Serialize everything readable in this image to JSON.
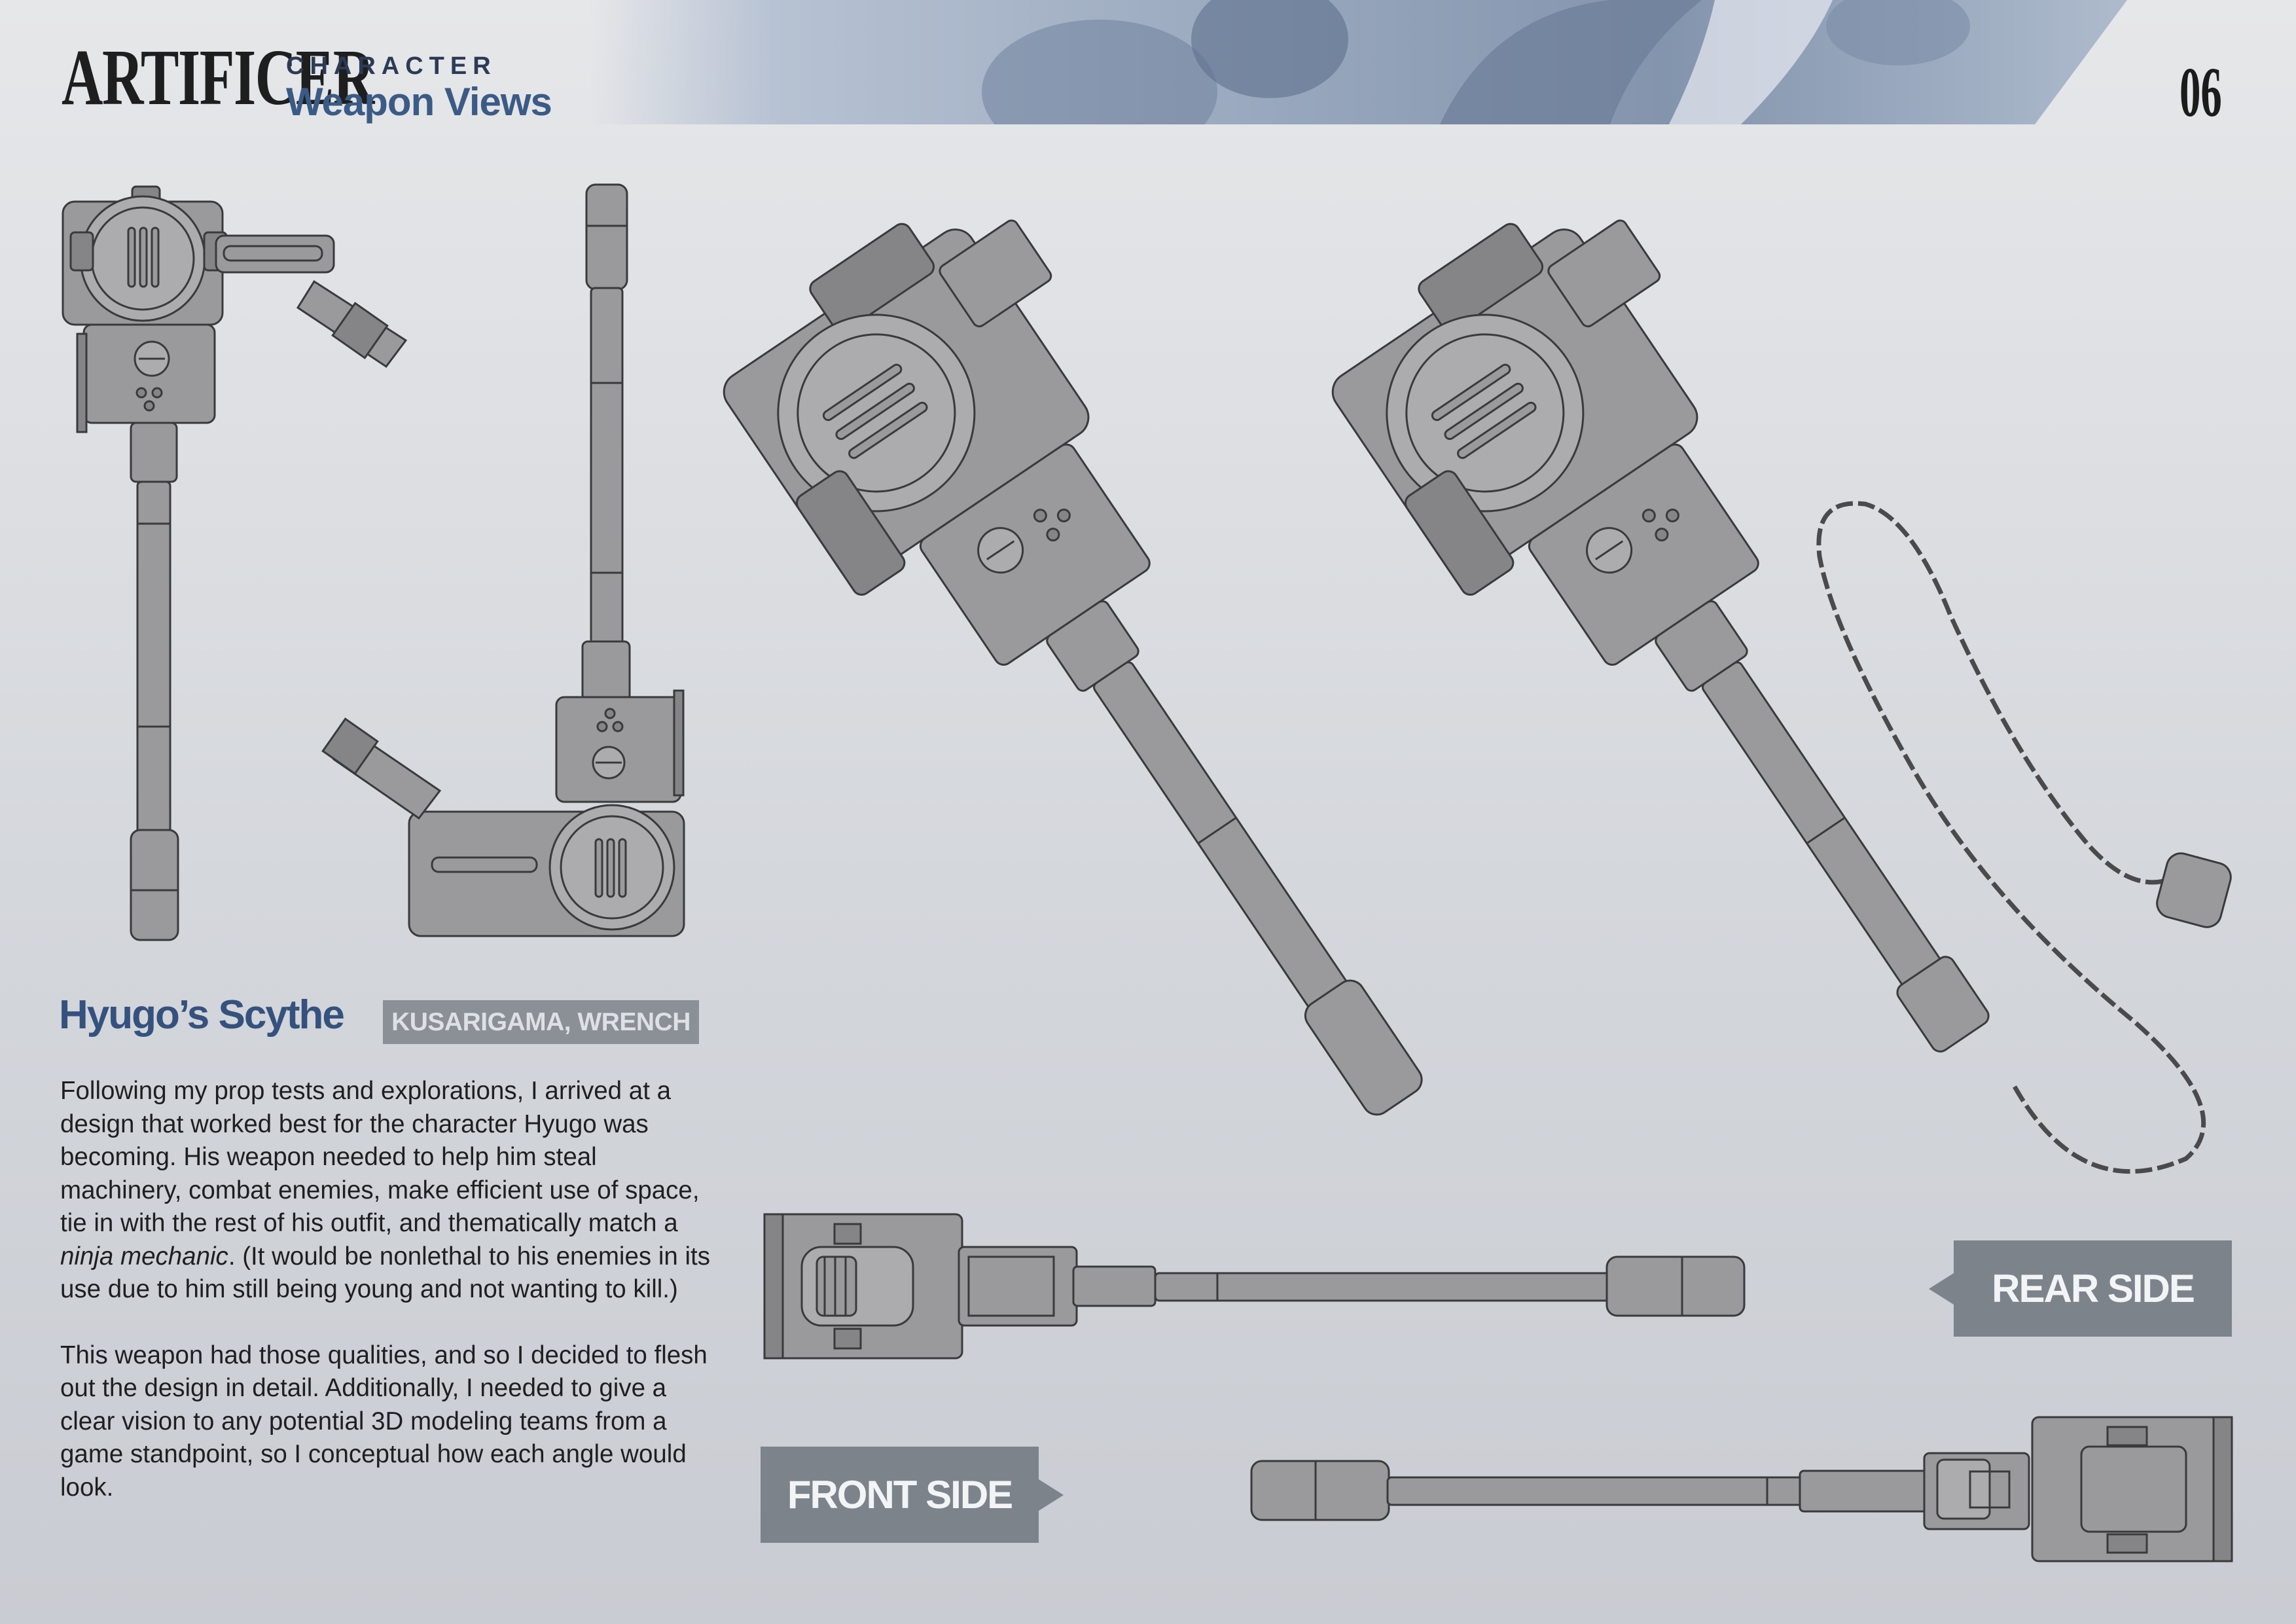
{
  "header": {
    "logo": "ARTIFICER",
    "eyebrow": "CHARACTER",
    "title": "Weapon Views",
    "page_number": "06"
  },
  "section": {
    "title": "Hyugo’s Scythe",
    "tag": "KUSARIGAMA, WRENCH"
  },
  "body": {
    "paragraph_1_before": "Following my prop tests and explorations, I arrived at a design that worked best for the character Hyugo was becoming. His weapon needed to help him steal machinery, combat enemies, make efficient use of space, tie in with the rest of his outfit, and thematically match a ",
    "paragraph_1_emphasis": "ninja mechanic",
    "paragraph_1_after": ". (It would be nonlethal to his enemies in its use due to him still being young and not wanting to kill.)",
    "paragraph_2": "This weapon had those qualities, and so I decided to flesh out the design in detail. Additionally, I needed to give a clear vision to any potential 3D modeling teams from a game standpoint, so I conceptual how each angle would look."
  },
  "labels": {
    "rear": "REAR SIDE",
    "front": "FRONT SIDE"
  },
  "colors": {
    "accent_blue": "#3b5b86",
    "label_gray": "#7d838b",
    "weapon_gray": "#9a9a9c"
  }
}
